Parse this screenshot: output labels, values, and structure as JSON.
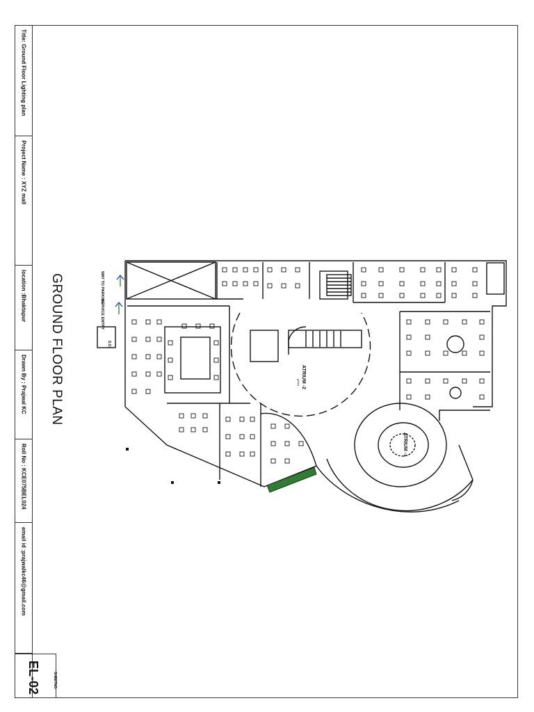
{
  "title_block": {
    "title": "Title: Ground Floor Lighting plan",
    "project": "Project Name : XYZ mall",
    "location": "location :Bhaktapur",
    "drawn_by": "Drawn By : Prajwal KC",
    "roll_no": "Roll No : KCE075BEL024",
    "email": "email id :prajwalkc46@gmail.com",
    "sheet_label": "SHEETNO:",
    "sheet_no": "EL-02"
  },
  "plan_title": "GROUND FLOOR PLAN",
  "annotations": {
    "parking": "WAY TO PARKING",
    "service": "SERVICE ENTRY",
    "atrium_2": "ATRIUM -2",
    "atrium_2_sub": "(plan)",
    "atrium_1": "ATRIUM -1",
    "dn": "D.D."
  },
  "colors": {
    "line": "#111111",
    "accent_green": "#2e7d32",
    "arrow_green": "#3a8f3a",
    "arrow_blue": "#2d5bd0"
  }
}
